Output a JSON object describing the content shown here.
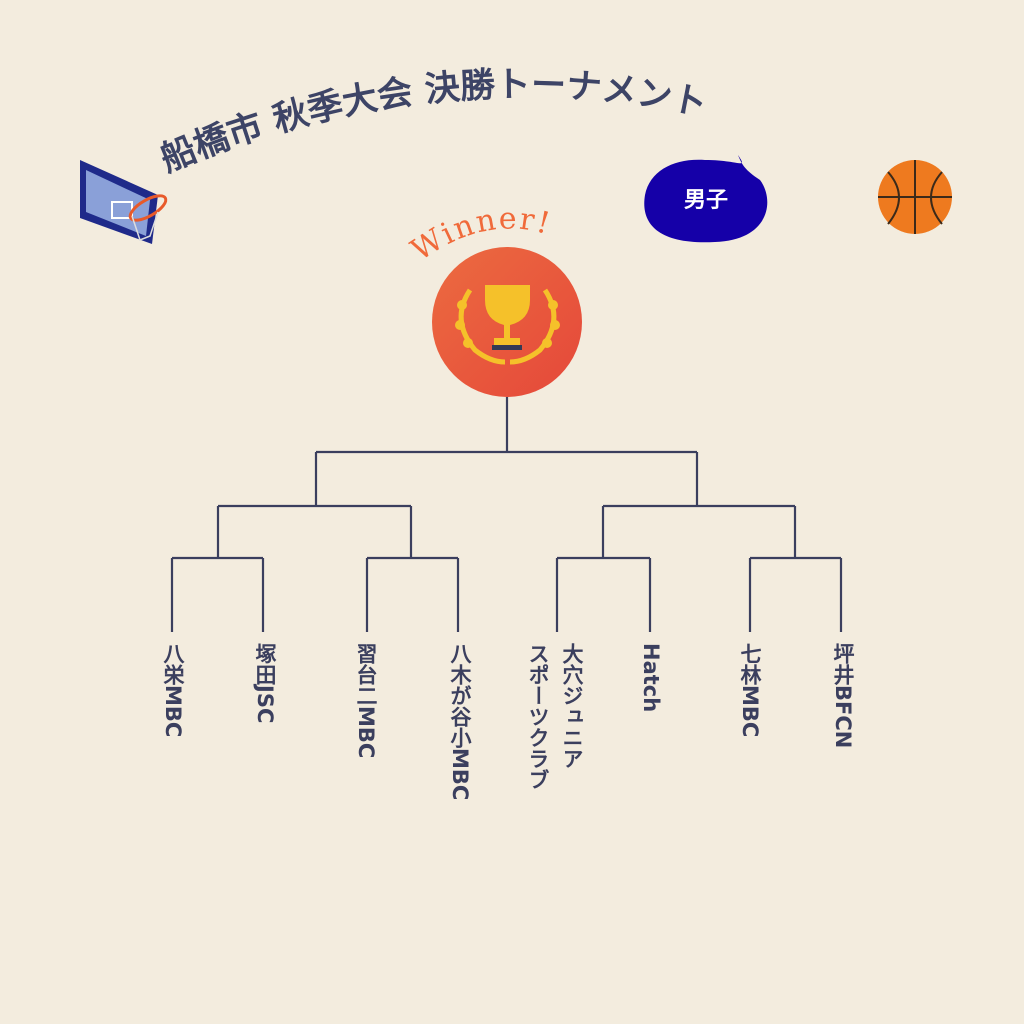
{
  "title": "船橋市 秋季大会 決勝トーナメント",
  "category_badge": "男子",
  "winner_label": "Winner!",
  "teams": [
    {
      "name": "八栄MBC"
    },
    {
      "name": "塚田JSC"
    },
    {
      "name": "習台二MBC"
    },
    {
      "name": "八木が谷小MBC"
    },
    {
      "name": "大穴ジュニア\nスポーツクラブ",
      "line1": "大穴ジュニア",
      "line2": "スポーツクラブ"
    },
    {
      "name": "Hatch"
    },
    {
      "name": "七林MBC"
    },
    {
      "name": "坪井BFCN"
    }
  ],
  "colors": {
    "background": "#f3ecde",
    "line": "#3b3f5e",
    "badge": "#1500a8",
    "medal": "#e8643c",
    "ball": "#ee7a1f"
  }
}
